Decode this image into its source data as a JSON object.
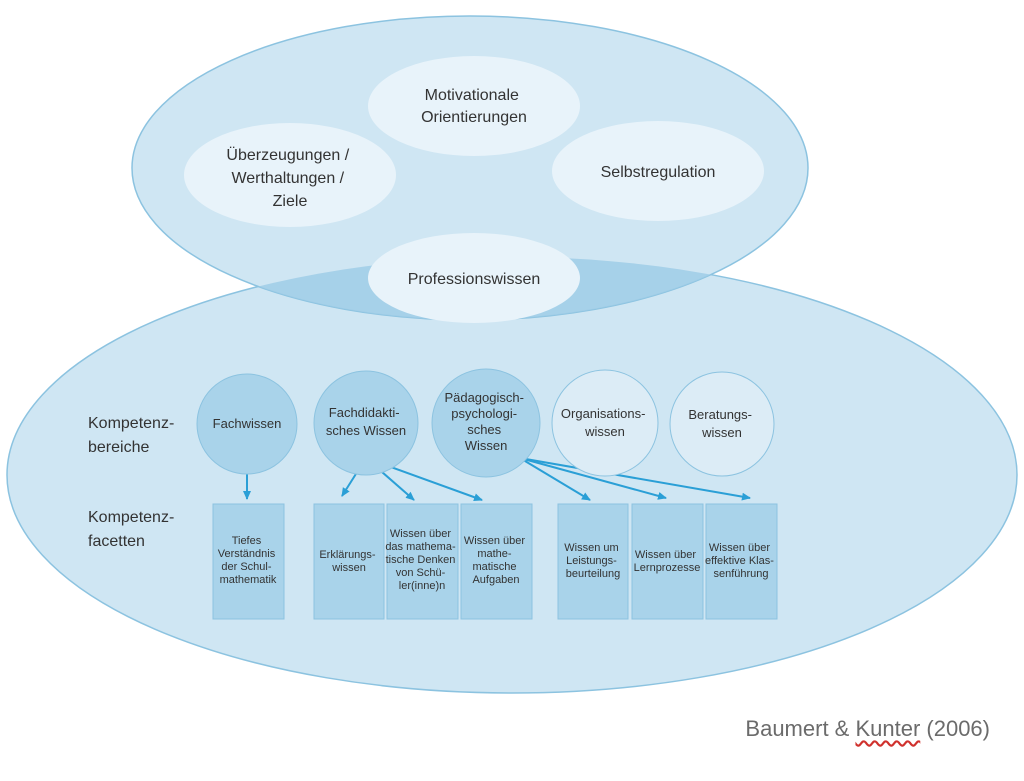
{
  "top_ellipse": {
    "motivation": [
      "Motivationale",
      "Orientierungen"
    ],
    "beliefs": [
      "Überzeugungen /",
      "Werthaltungen /",
      "Ziele"
    ],
    "self_regulation": [
      "Selbstregulation"
    ],
    "professional_knowledge": [
      "Professionswissen"
    ]
  },
  "row_labels": {
    "areas": [
      "Kompetenz-",
      "bereiche"
    ],
    "facets": [
      "Kompetenz-",
      "facetten"
    ]
  },
  "areas": [
    {
      "lines": [
        "Fachwissen"
      ]
    },
    {
      "lines": [
        "Fachdidakti-",
        "sches Wissen"
      ]
    },
    {
      "lines": [
        "Pädagogisch-",
        "psychologi-",
        "sches",
        "Wissen"
      ]
    },
    {
      "lines": [
        "Organisations-",
        "wissen"
      ]
    },
    {
      "lines": [
        "Beratungs-",
        "wissen"
      ]
    }
  ],
  "facets": [
    {
      "lines": [
        "Tiefes",
        "Verständnis",
        "der Schul-",
        "mathematik"
      ]
    },
    {
      "lines": [
        "Erklärungs-",
        "wissen"
      ]
    },
    {
      "lines": [
        "Wissen über",
        "das mathema-",
        "tische Denken",
        "von Schü-",
        "ler(inne)n"
      ]
    },
    {
      "lines": [
        "Wissen über",
        "mathe-",
        "matische",
        "Aufgaben"
      ]
    },
    {
      "lines": [
        "Wissen um",
        "Leistungs-",
        "beurteilung"
      ]
    },
    {
      "lines": [
        "Wissen über",
        "Lernprozesse"
      ]
    },
    {
      "lines": [
        "Wissen über",
        "effektive Klas-",
        "senführung"
      ]
    }
  ],
  "citation": {
    "prefix": "Baumert & ",
    "underlined": "Kunter",
    "suffix": " (2006)"
  },
  "colors": {
    "ellipse_fill": "#cfe6f3",
    "overlap_fill": "#9fcde6",
    "ellipse_stroke": "#8cc3e0",
    "inner_fill": "#e8f3fa",
    "area_fill": "#a9d3ea",
    "area_light_fill": "#dcecf6",
    "facet_fill": "#a9d3ea",
    "arrow": "#2a9fd6",
    "text": "#333333"
  }
}
